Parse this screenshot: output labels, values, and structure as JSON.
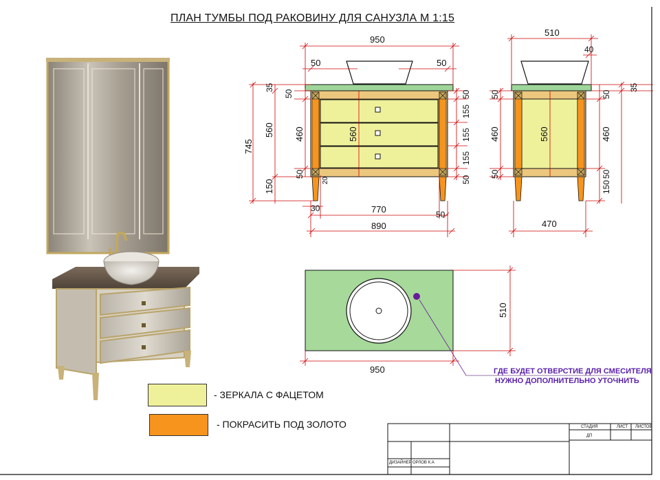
{
  "title": "ПЛАН ТУМБЫ ПОД РАКОВИНУ ДЛЯ САНУЗЛА  М 1:15",
  "front": {
    "w_total": "950",
    "w_mid": "770",
    "w_base": "890",
    "h_total": "745",
    "h_body": "560",
    "h_inner": "460",
    "h_legs": "150",
    "top_thk": "35",
    "frame": "50",
    "drawer_h": "155",
    "leg_w": "30",
    "small": "20"
  },
  "side": {
    "w_top": "510",
    "w_base": "470",
    "overhang": "40",
    "h_inner": "460",
    "h_body": "560",
    "frame": "50",
    "h_legs": "150",
    "top_thk": "35"
  },
  "plan": {
    "width": "950",
    "depth": "510"
  },
  "note": {
    "line1": "ГДЕ БУДЕТ ОТВЕРСТИЕ ДЛЯ СМЕСИТЕЛЯ",
    "line2": "НУЖНО ДОПОЛНИТЕЛЬНО УТОЧНИТЬ"
  },
  "legend": [
    {
      "text": "- ЗЕРКАЛА С ФАЦЕТОМ",
      "color": "#eef19a"
    },
    {
      "text": "- ПОКРАСИТЬ ПОД ЗОЛОТО",
      "color": "#f7941d"
    }
  ],
  "titleblock": {
    "stage_h": "СТАДИЯ",
    "sheet_h": "ЛИСТ",
    "sheets_h": "ЛИСТОВ",
    "stage": "ДП",
    "role": "ДИЗАЙНЕР",
    "name": "ОРЛОВ К.А"
  },
  "colors": {
    "dim": "#cc0000",
    "mirror": "#eef19a",
    "gold": "#f7941d",
    "top": "#9ed69a",
    "plan": "#a6d99a",
    "frame": "#c79a3a",
    "note": "#5a1fa8"
  }
}
